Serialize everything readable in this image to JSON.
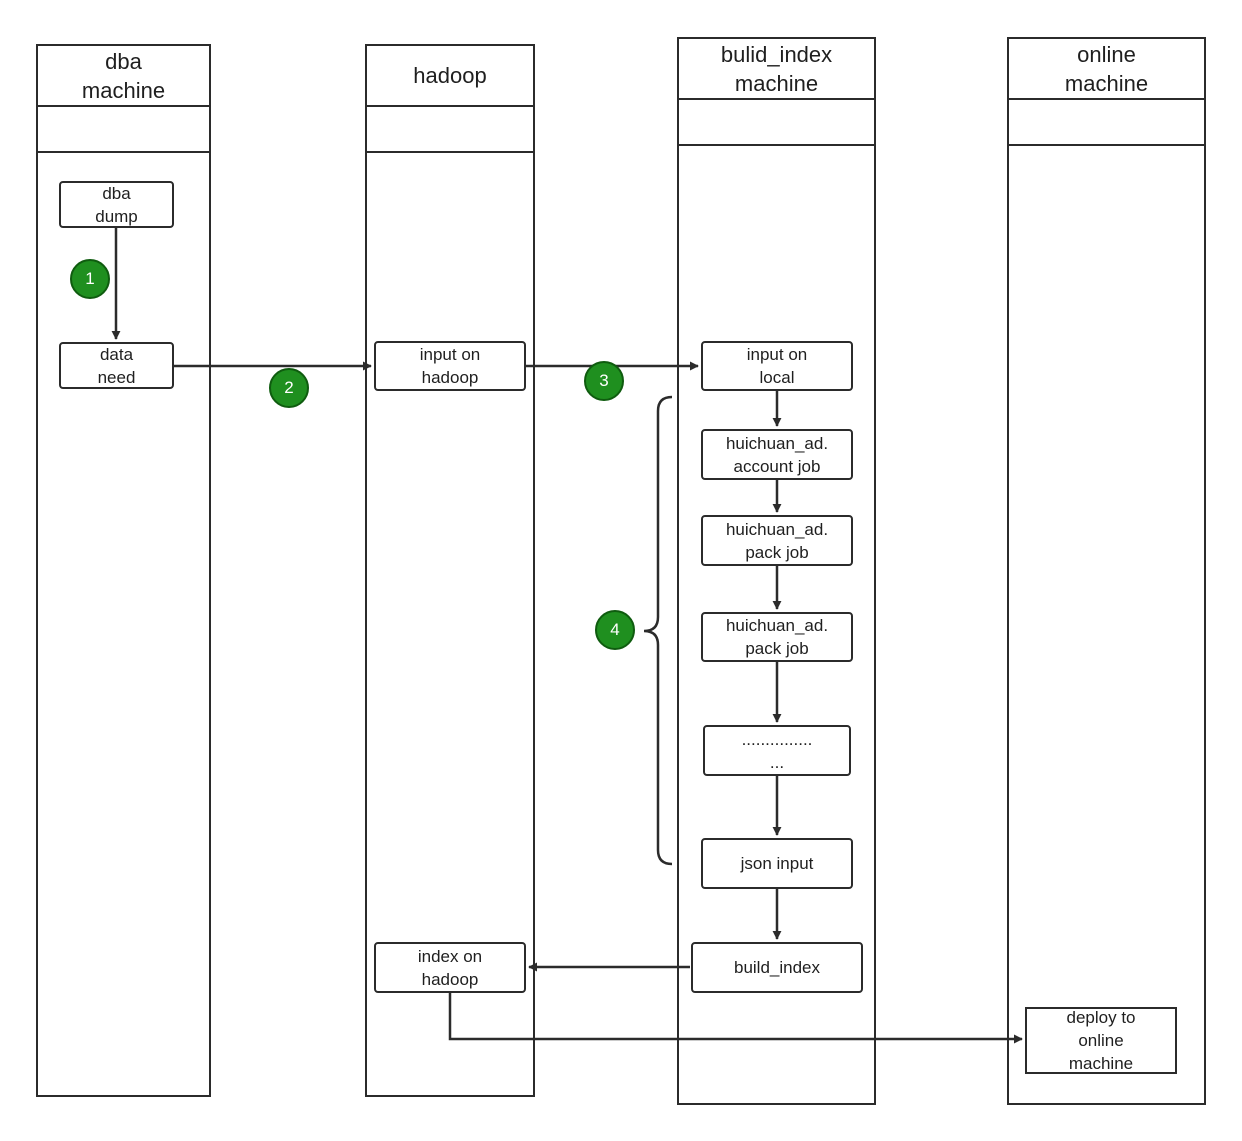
{
  "lanes": {
    "dba": {
      "title": "dba\nmachine"
    },
    "hadoop": {
      "title": "hadoop"
    },
    "build": {
      "title": "bulid_index\nmachine"
    },
    "online": {
      "title": "online\nmachine"
    }
  },
  "nodes": {
    "dba_dump": "dba\ndump",
    "data_need": "data\nneed",
    "input_on_hadoop": "input on\nhadoop",
    "input_on_local": "input on\nlocal",
    "account_job": "huichuan_ad.\naccount job",
    "pack_job_1": "huichuan_ad.\npack job",
    "pack_job_2": "huichuan_ad.\npack job",
    "ellipsis": "...............\n...",
    "json_input": "json input",
    "build_index": "build_index",
    "index_on_hadoop": "index on\nhadoop",
    "deploy": "deploy to\nonline\nmachine"
  },
  "steps": [
    "1",
    "2",
    "3",
    "4"
  ],
  "colors": {
    "badge": "#1f8f1f",
    "line": "#2b2b2b"
  }
}
